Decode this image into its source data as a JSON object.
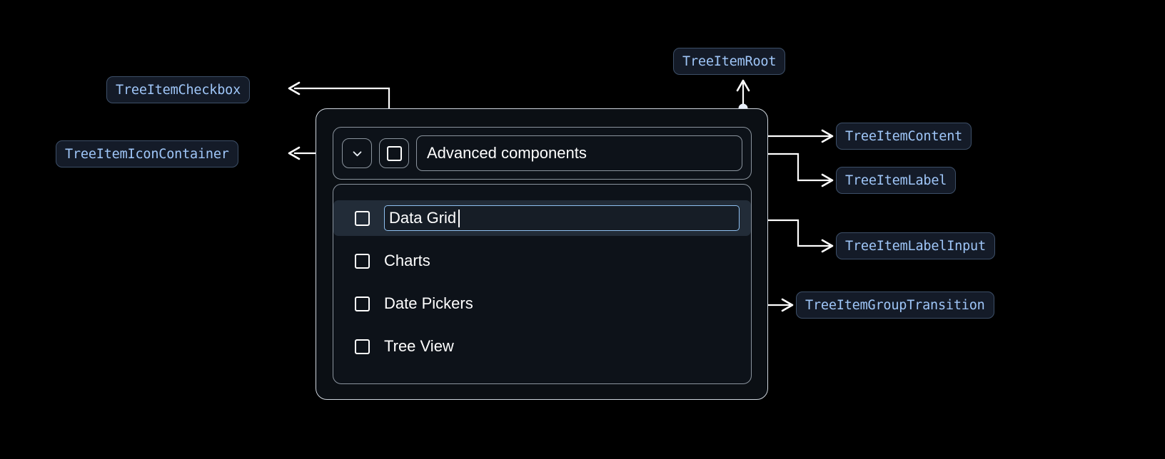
{
  "annotations": {
    "checkbox": "TreeItemCheckbox",
    "icon_container": "TreeItemIconContainer",
    "root": "TreeItemRoot",
    "content": "TreeItemContent",
    "label": "TreeItemLabel",
    "label_input": "TreeItemLabelInput",
    "group_transition": "TreeItemGroupTransition"
  },
  "tree": {
    "root_label": "Advanced components",
    "expand_icon": "chevron-down-icon",
    "checkbox_icon": "checkbox-unchecked-icon",
    "children": [
      {
        "label": "Data Grid",
        "editing": true,
        "checked": false
      },
      {
        "label": "Charts",
        "editing": false,
        "checked": false
      },
      {
        "label": "Date Pickers",
        "editing": false,
        "checked": false
      },
      {
        "label": "Tree View",
        "editing": false,
        "checked": false
      }
    ]
  },
  "colors": {
    "page_background": "#000000",
    "card_background": "#0b0f14",
    "card_border": "#cfd6de",
    "inner_border": "#8b949e",
    "selected_row": "#222c38",
    "input_border": "#8fc0f0",
    "chip_background": "#141b28",
    "chip_border": "#3d4f68",
    "chip_text": "#9fc6f8",
    "connector": "#ffffff",
    "text": "#ffffff"
  }
}
